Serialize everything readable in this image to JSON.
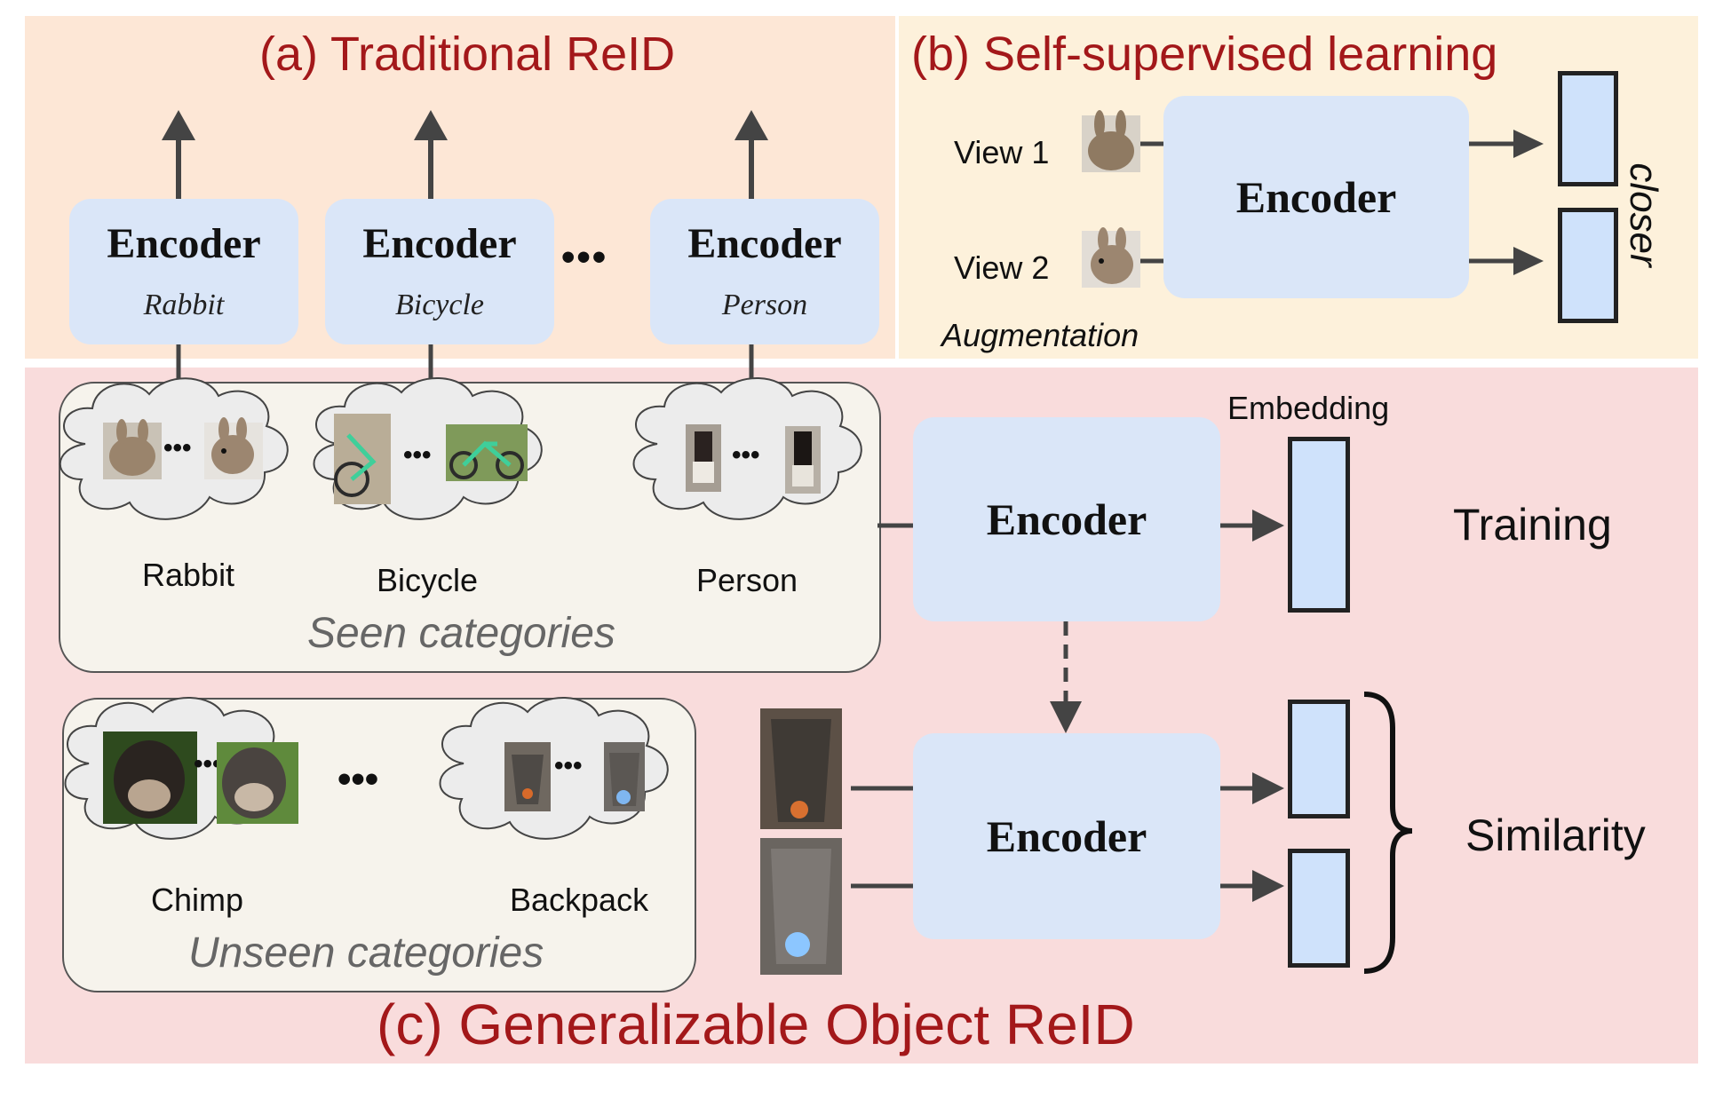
{
  "panel_a": {
    "title": "(a) Traditional ReID",
    "encoder_label": "Encoder",
    "encoders": [
      "Rabbit",
      "Bicycle",
      "Person"
    ],
    "ellipsis": "•••"
  },
  "panel_b": {
    "title": "(b) Self-supervised learning",
    "encoder_label": "Encoder",
    "view1": "View 1",
    "view2": "View 2",
    "augmentation": "Augmentation",
    "closer": "closer"
  },
  "panel_c": {
    "title": "(c) Generalizable Object ReID",
    "encoder_label": "Encoder",
    "embedding_label": "Embedding",
    "training_label": "Training",
    "similarity_label": "Similarity",
    "seen_categories": "Seen categories",
    "unseen_categories": "Unseen categories",
    "seen": [
      "Rabbit",
      "Bicycle",
      "Person"
    ],
    "unseen": [
      "Chimp",
      "Backpack"
    ],
    "ellipsis": "•••",
    "small_ellipsis": "•••"
  },
  "colors": {
    "title_red": "#a3181a",
    "panel_a_bg": "#fde7d6",
    "panel_b_bg": "#fdf1db",
    "panel_c_bg": "#f9dcdc",
    "encoder_blue": "#dae6f8",
    "embedding_blue": "#cfe2fb",
    "arrow_gray": "#444444"
  }
}
